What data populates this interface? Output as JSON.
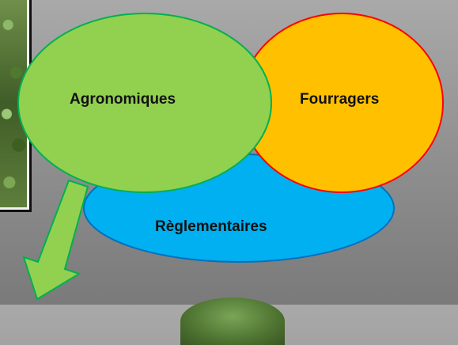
{
  "diagram": {
    "circles": [
      {
        "id": "agronomiques",
        "label": "Agronomiques",
        "fill": "#92d050",
        "stroke": "#00b050"
      },
      {
        "id": "fourragers",
        "label": "Fourragers",
        "fill": "#ffc000",
        "stroke": "#ff0000"
      },
      {
        "id": "reglementaires",
        "label": "Règlementaires",
        "fill": "#00b0f0",
        "stroke": "#0070c0"
      }
    ],
    "arrow": {
      "fill": "#92d050",
      "stroke": "#00b050"
    }
  }
}
